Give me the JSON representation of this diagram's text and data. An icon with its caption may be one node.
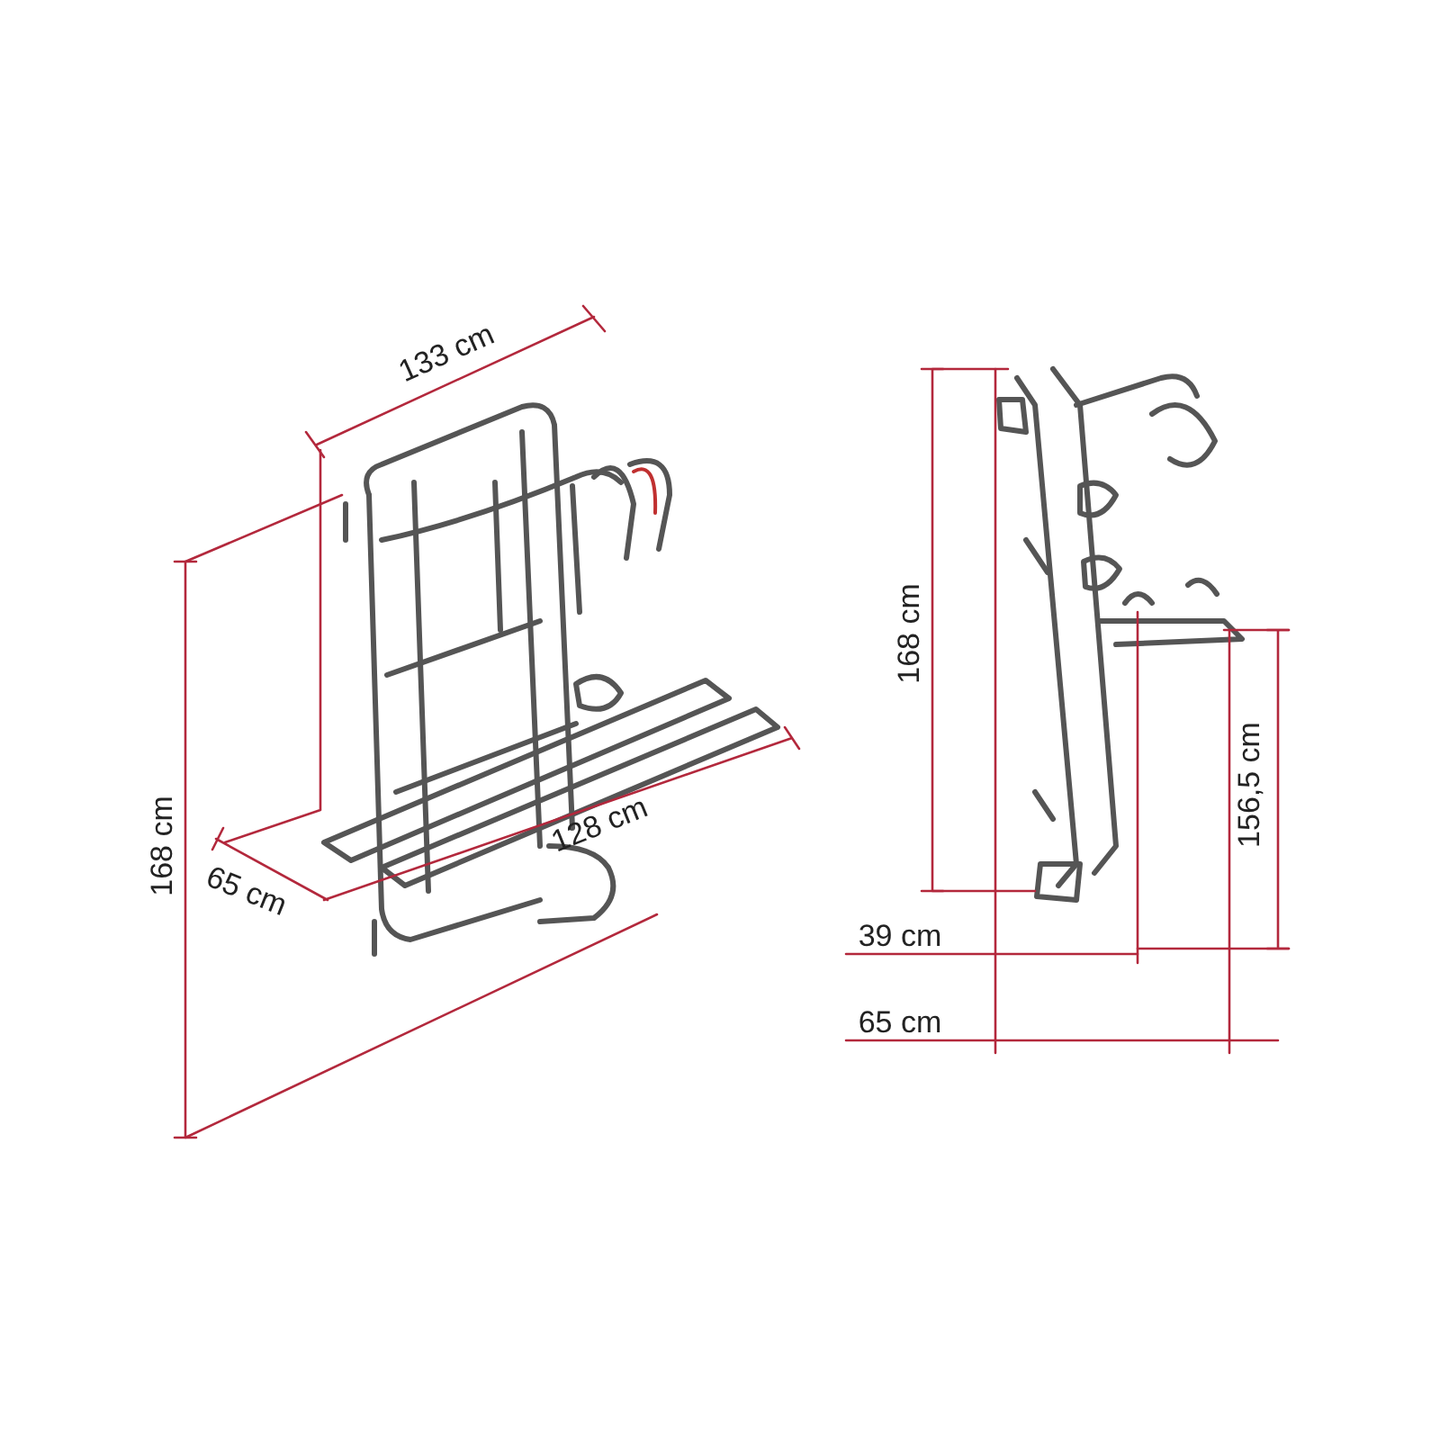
{
  "diagram": {
    "labels": [
      "133 cm",
      "168 cm",
      "128 cm",
      "156,5 cm",
      "168 cm",
      "65 cm",
      "39 cm",
      "65 cm"
    ]
  }
}
